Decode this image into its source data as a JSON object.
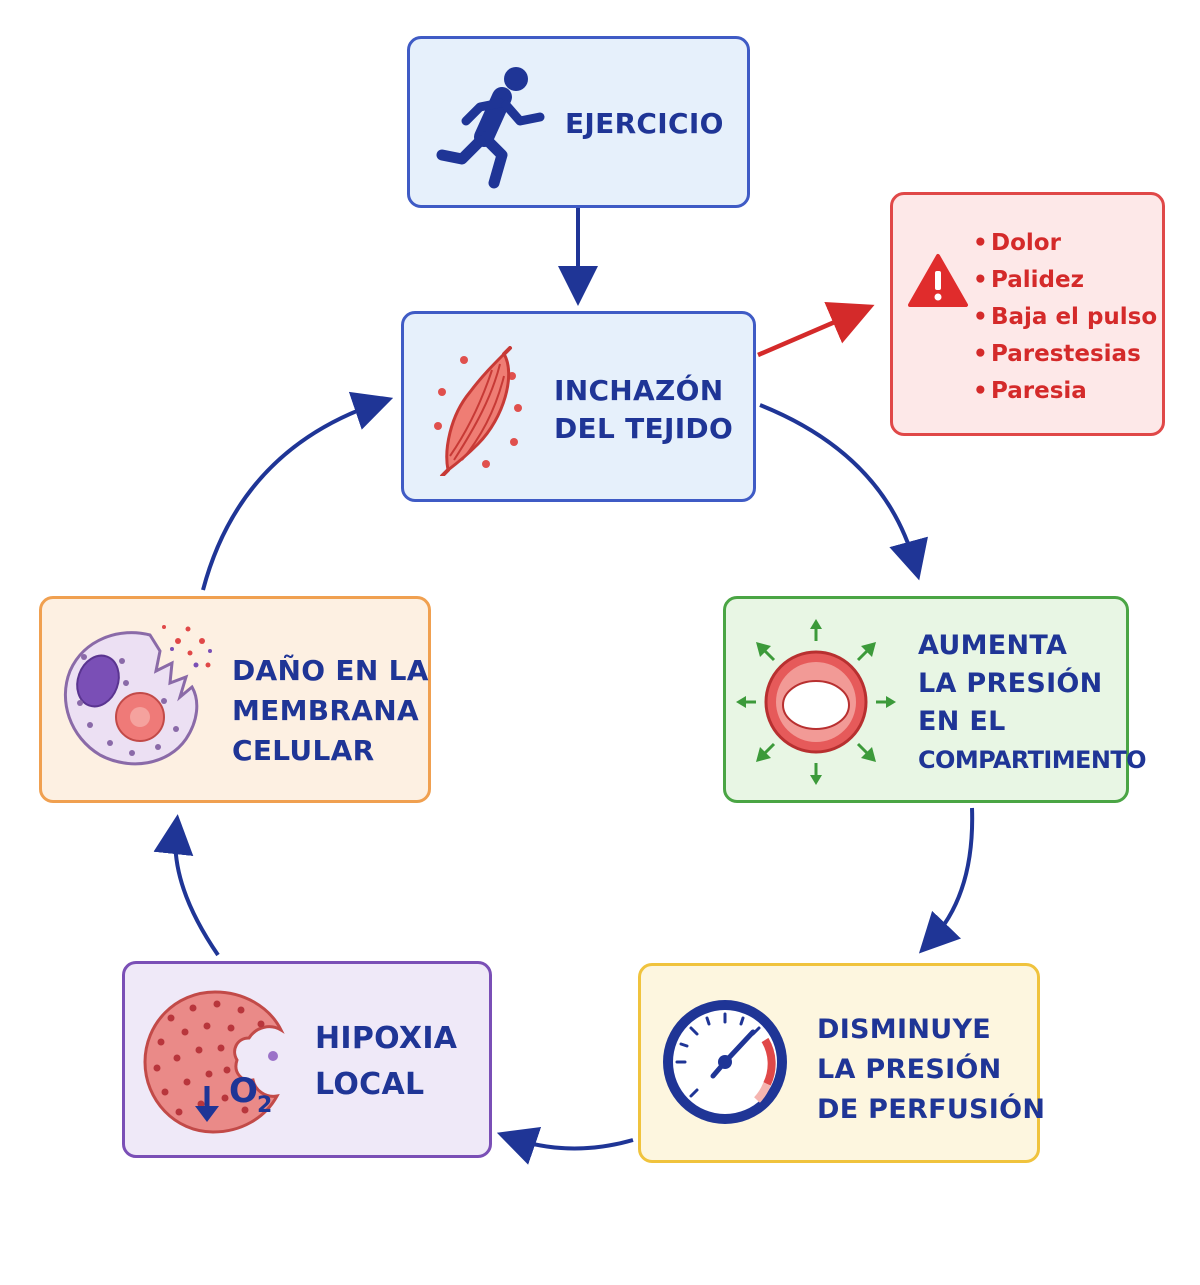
{
  "colors": {
    "arrow": "#1f3596",
    "alert_arrow": "#d42a2a",
    "title_text": "#1f3596",
    "alert_text": "#d42a2a"
  },
  "nodes": {
    "ejercicio": {
      "lines": [
        "EJERCICIO"
      ],
      "icon": "running-person-icon"
    },
    "inchazon": {
      "lines": [
        "INCHAZÓN",
        "DEL TEJIDO"
      ],
      "icon": "muscle-icon"
    },
    "aumenta": {
      "lines": [
        "AUMENTA",
        "LA PRESIÓN",
        "EN EL",
        "COMPARTIMENTO"
      ],
      "icon": "vessel-pressure-icon"
    },
    "disminuye": {
      "lines": [
        "DISMINUYE",
        "LA PRESIÓN",
        "DE PERFUSIÓN"
      ],
      "icon": "pressure-gauge-icon"
    },
    "hipoxia": {
      "lines": [
        "HIPOXIA",
        "LOCAL"
      ],
      "icon": "oxygen-cell-icon",
      "icon_text": "O",
      "icon_subscript": "2"
    },
    "dano": {
      "lines": [
        "DAÑO EN LA",
        "MEMBRANA",
        "CELULAR"
      ],
      "icon": "damaged-cell-icon"
    }
  },
  "alert": {
    "icon": "warning-icon",
    "bullet": "•",
    "items": [
      "Dolor",
      "Palidez",
      "Baja el pulso",
      "Parestesias",
      "Paresia"
    ]
  }
}
